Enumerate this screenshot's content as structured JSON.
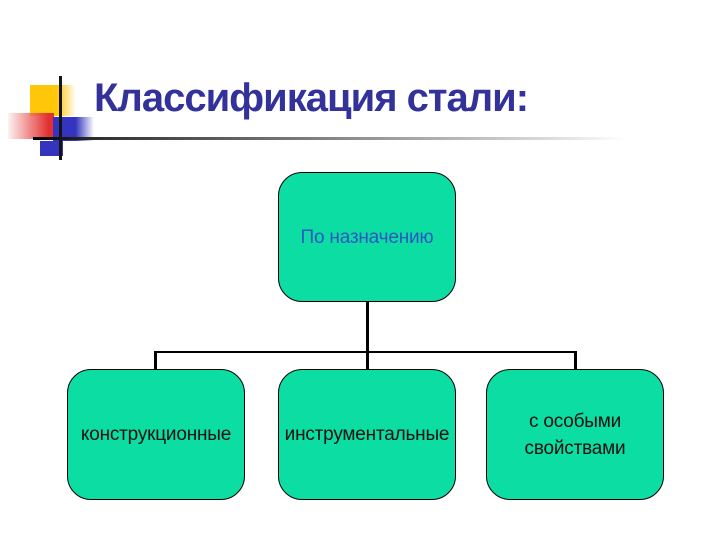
{
  "slide": {
    "title": "Классификация стали:"
  },
  "diagram": {
    "root": {
      "label": "По назначению"
    },
    "children": [
      {
        "label": "конструкционные"
      },
      {
        "label": "инструментальные"
      },
      {
        "label": "с особыми свойствами"
      }
    ]
  },
  "colors": {
    "box_fill": "#0cdda3",
    "box_border": "#000000",
    "title": "#32329a",
    "root_label": "#2c57c4",
    "child_label": "#101010",
    "connector": "#000000",
    "logo_yellow": "#ffc60a",
    "logo_red": "#e23030",
    "logo_blue": "#3434bf"
  }
}
